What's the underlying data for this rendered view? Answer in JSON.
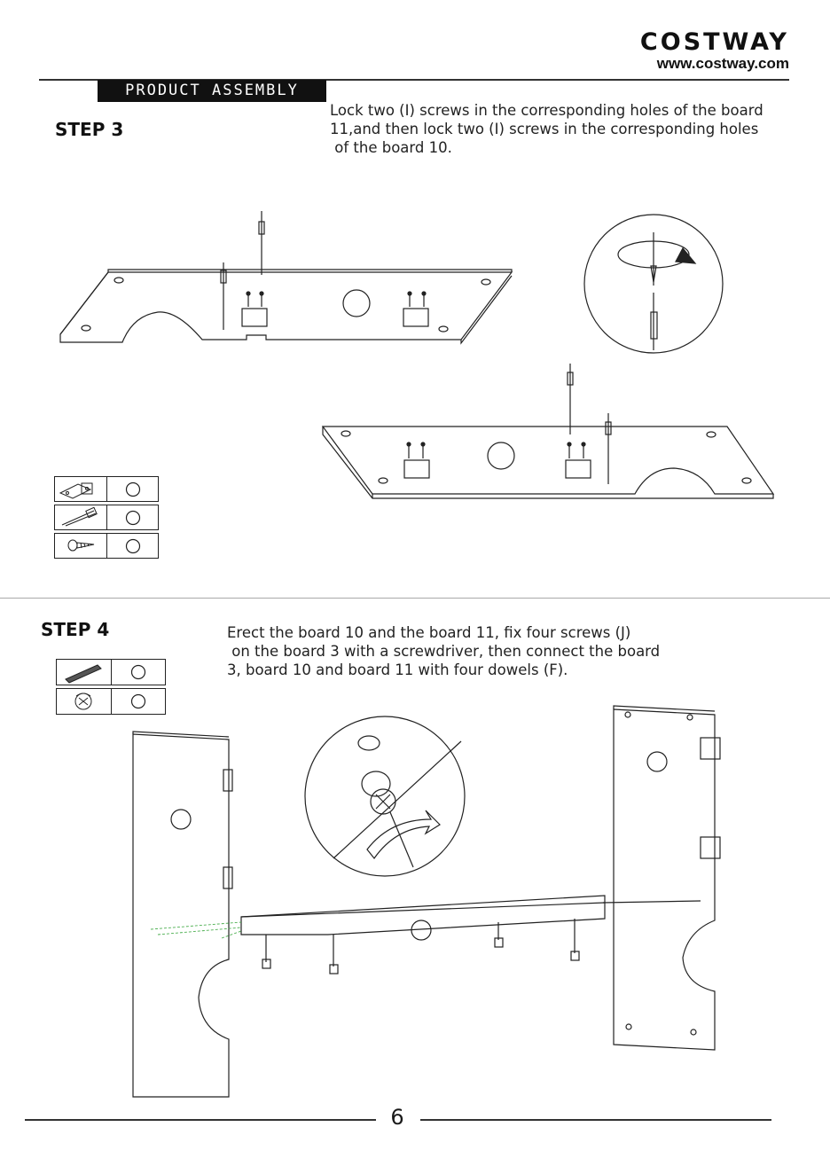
{
  "header": {
    "brand": "COSTWAY",
    "website": "www.costway.com",
    "section_banner": "PRODUCT ASSEMBLY"
  },
  "step3": {
    "title": "STEP 3",
    "instruction": "Lock two (I) screws in the corresponding holes of the board\n11,and then lock two (I) screws in the corresponding holes\n of the board 10.",
    "parts": [
      {
        "icon": "hinge-icon"
      },
      {
        "icon": "cam-bolt-icon"
      },
      {
        "icon": "screw-icon"
      }
    ]
  },
  "step4": {
    "title": "STEP 4",
    "instruction": "Erect the board 10 and the board 11, fix four screws (J)\n on the board 3 with a screwdriver, then connect the board\n3, board 10 and board 11 with four dowels (F).",
    "parts": [
      {
        "icon": "dowel-icon"
      },
      {
        "icon": "cam-lock-icon"
      }
    ]
  },
  "footer": {
    "page_number": "6"
  }
}
